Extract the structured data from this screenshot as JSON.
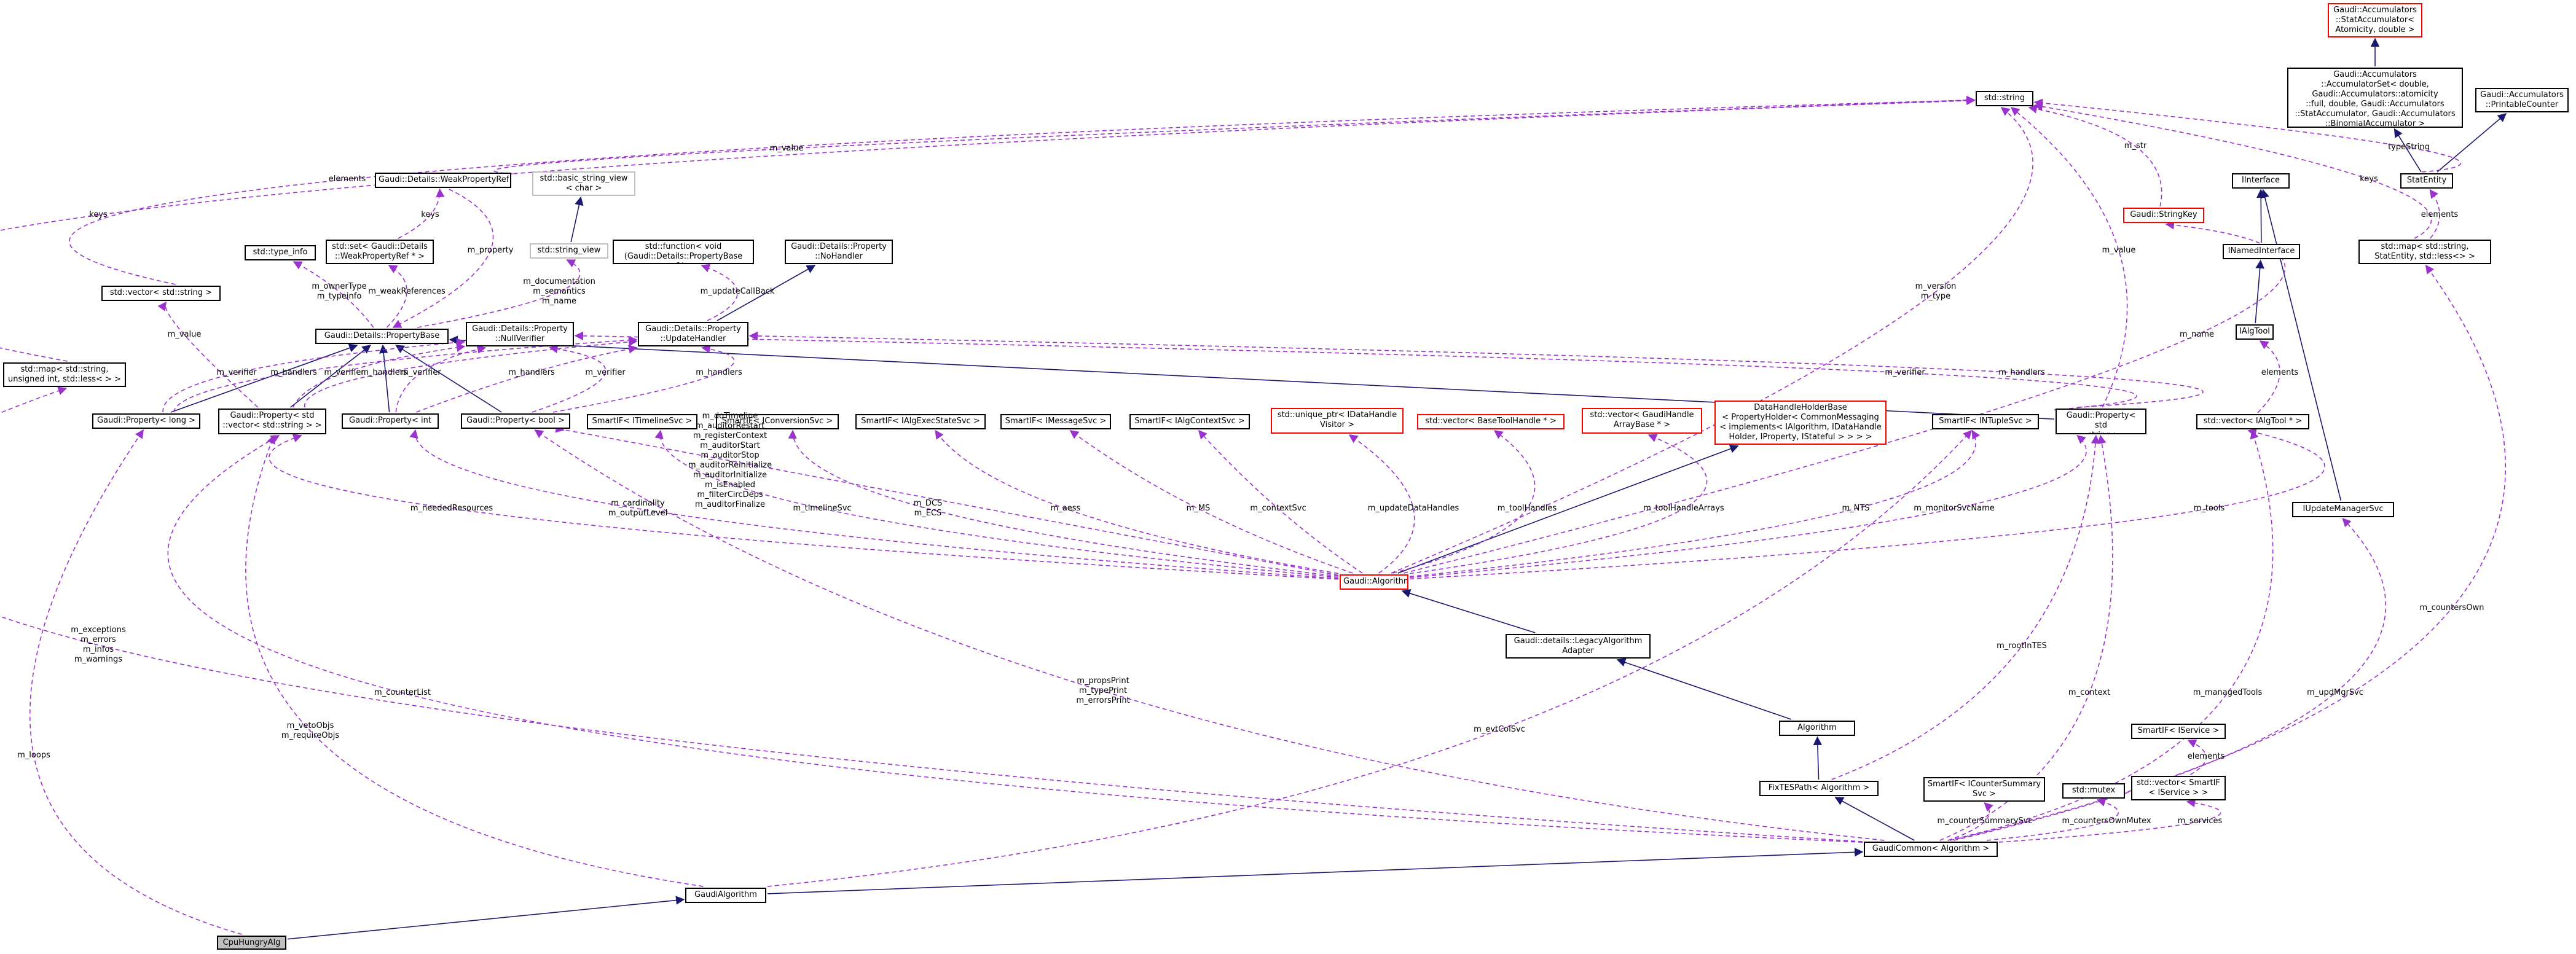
{
  "colors": {
    "inherit": "#191970",
    "usage": "#9a32cd",
    "node_border": "#000000",
    "undocumented": "#ff0000",
    "external": "#bfbfbf",
    "focus_fill": "#bfbfbf"
  },
  "nodes": [
    {
      "id": "CpuHungryAlg",
      "label": "CpuHungryAlg",
      "style": "focus"
    },
    {
      "id": "GaudiAlgorithm",
      "label": "GaudiAlgorithm",
      "style": "normal"
    },
    {
      "id": "GaudiCommon",
      "label": "GaudiCommon< Algorithm >",
      "style": "normal"
    },
    {
      "id": "FixTESPath",
      "label": "FixTESPath< Algorithm >",
      "style": "normal"
    },
    {
      "id": "Algorithm",
      "label": "Algorithm",
      "style": "normal"
    },
    {
      "id": "LegacyAdapter",
      "label": "Gaudi::details::LegacyAlgorithm\nAdapter",
      "style": "normal"
    },
    {
      "id": "GaudiAlgorithmCore",
      "label": "Gaudi::Algorithm",
      "style": "red"
    },
    {
      "id": "DataHandleHolderBase",
      "label": "DataHandleHolderBase\n< PropertyHolder< CommonMessaging\n< implements< IAlgorithm, IDataHandle\nHolder, IProperty, IStateful > > > >",
      "style": "red"
    },
    {
      "id": "PropertyLong",
      "label": "Gaudi::Property< long >",
      "style": "normal"
    },
    {
      "id": "PropertyVecStr",
      "label": "Gaudi::Property< std\n::vector< std::string > >",
      "style": "normal"
    },
    {
      "id": "PropertyInt",
      "label": "Gaudi::Property< int >",
      "style": "normal"
    },
    {
      "id": "PropertyBool",
      "label": "Gaudi::Property< bool >",
      "style": "normal"
    },
    {
      "id": "PropertyString",
      "label": "Gaudi::Property< std\n::string >",
      "style": "normal"
    },
    {
      "id": "PropertyBase",
      "label": "Gaudi::Details::PropertyBase",
      "style": "normal"
    },
    {
      "id": "NullVerifier",
      "label": "Gaudi::Details::Property\n::NullVerifier",
      "style": "normal"
    },
    {
      "id": "UpdateHandler",
      "label": "Gaudi::Details::Property\n::UpdateHandler",
      "style": "normal"
    },
    {
      "id": "NoHandler",
      "label": "Gaudi::Details::Property\n::NoHandler",
      "style": "normal"
    },
    {
      "id": "StdFunction",
      "label": "std::function< void\n(Gaudi::Details::PropertyBase &)>",
      "style": "normal"
    },
    {
      "id": "TypeInfo",
      "label": "std::type_info",
      "style": "normal"
    },
    {
      "id": "SetWeakRef",
      "label": "std::set< Gaudi::Details\n::WeakPropertyRef * >",
      "style": "normal"
    },
    {
      "id": "WeakPropertyRef",
      "label": "Gaudi::Details::WeakPropertyRef",
      "style": "normal"
    },
    {
      "id": "StringView",
      "label": "std::string_view",
      "style": "gray"
    },
    {
      "id": "BasicStringView",
      "label": "std::basic_string_view\n< char >",
      "style": "gray"
    },
    {
      "id": "VecString",
      "label": "std::vector< std::string >",
      "style": "normal"
    },
    {
      "id": "MapStringUInt",
      "label": "std::map< std::string,\n unsigned int, std::less< > >",
      "style": "normal"
    },
    {
      "id": "StdString",
      "label": "std::string",
      "style": "normal"
    },
    {
      "id": "SmartTimeline",
      "label": "SmartIF< ITimelineSvc >",
      "style": "normal"
    },
    {
      "id": "SmartConversion",
      "label": "SmartIF< IConversionSvc >",
      "style": "normal"
    },
    {
      "id": "SmartAlgExec",
      "label": "SmartIF< IAlgExecStateSvc >",
      "style": "normal"
    },
    {
      "id": "SmartMessage",
      "label": "SmartIF< IMessageSvc >",
      "style": "normal"
    },
    {
      "id": "SmartAlgContext",
      "label": "SmartIF< IAlgContextSvc >",
      "style": "normal"
    },
    {
      "id": "UniquePtrVisitor",
      "label": "std::unique_ptr< IDataHandle\nVisitor >",
      "style": "red"
    },
    {
      "id": "VecBaseToolHandle",
      "label": "std::vector< BaseToolHandle * >",
      "style": "red"
    },
    {
      "id": "VecGaudiHandleArray",
      "label": "std::vector< GaudiHandle\nArrayBase * >",
      "style": "red"
    },
    {
      "id": "SmartNTuple",
      "label": "SmartIF< INTupleSvc >",
      "style": "normal"
    },
    {
      "id": "VecIAlgTool",
      "label": "std::vector< IAlgTool * >",
      "style": "normal"
    },
    {
      "id": "IAlgTool",
      "label": "IAlgTool",
      "style": "normal"
    },
    {
      "id": "INamedInterface",
      "label": "INamedInterface",
      "style": "normal"
    },
    {
      "id": "Interface",
      "label": "IInterface",
      "style": "normal"
    },
    {
      "id": "StringKey",
      "label": "Gaudi::StringKey",
      "style": "red"
    },
    {
      "id": "IUpdateManagerSvc",
      "label": "IUpdateManagerSvc",
      "style": "normal"
    },
    {
      "id": "MapStatEntity",
      "label": "std::map< std::string,\n StatEntity, std::less<> >",
      "style": "normal"
    },
    {
      "id": "StatEntity",
      "label": "StatEntity",
      "style": "normal"
    },
    {
      "id": "AccumulatorSet",
      "label": "Gaudi::Accumulators\n::AccumulatorSet< double,\n Gaudi::Accumulators::atomicity\n::full, double, Gaudi::Accumulators\n::StatAccumulator, Gaudi::Accumulators\n::BinomialAccumulator >",
      "style": "normal"
    },
    {
      "id": "StatAccumulator",
      "label": "Gaudi::Accumulators\n::StatAccumulator<\n Atomicity, double >",
      "style": "red"
    },
    {
      "id": "PrintableCounter",
      "label": "Gaudi::Accumulators\n::PrintableCounter",
      "style": "normal"
    },
    {
      "id": "SmartCounterSummary",
      "label": "SmartIF< ICounterSummary\nSvc >",
      "style": "normal"
    },
    {
      "id": "StdMutex",
      "label": "std::mutex",
      "style": "normal"
    },
    {
      "id": "SmartIService",
      "label": "SmartIF< IService >",
      "style": "normal"
    },
    {
      "id": "VecSmartIService",
      "label": "std::vector< SmartIF\n< IService > >",
      "style": "normal"
    }
  ],
  "edges": [
    {
      "from": "CpuHungryAlg",
      "to": "GaudiAlgorithm",
      "kind": "inherit",
      "label": ""
    },
    {
      "from": "GaudiAlgorithm",
      "to": "GaudiCommon",
      "kind": "inherit",
      "label": ""
    },
    {
      "from": "GaudiCommon",
      "to": "FixTESPath",
      "kind": "inherit",
      "label": ""
    },
    {
      "from": "FixTESPath",
      "to": "Algorithm",
      "kind": "inherit",
      "label": ""
    },
    {
      "from": "Algorithm",
      "to": "LegacyAdapter",
      "kind": "inherit",
      "label": ""
    },
    {
      "from": "LegacyAdapter",
      "to": "GaudiAlgorithmCore",
      "kind": "inherit",
      "label": ""
    },
    {
      "from": "GaudiAlgorithmCore",
      "to": "DataHandleHolderBase",
      "kind": "inherit",
      "label": ""
    },
    {
      "from": "PropertyLong",
      "to": "PropertyBase",
      "kind": "inherit",
      "label": ""
    },
    {
      "from": "PropertyVecStr",
      "to": "PropertyBase",
      "kind": "inherit",
      "label": ""
    },
    {
      "from": "PropertyInt",
      "to": "PropertyBase",
      "kind": "inherit",
      "label": ""
    },
    {
      "from": "PropertyBool",
      "to": "PropertyBase",
      "kind": "inherit",
      "label": ""
    },
    {
      "from": "PropertyString",
      "to": "PropertyBase",
      "kind": "inherit",
      "label": ""
    },
    {
      "from": "UpdateHandler",
      "to": "NoHandler",
      "kind": "inherit",
      "label": ""
    },
    {
      "from": "StringView",
      "to": "BasicStringView",
      "kind": "inherit",
      "label": ""
    },
    {
      "from": "IAlgTool",
      "to": "INamedInterface",
      "kind": "inherit",
      "label": ""
    },
    {
      "from": "INamedInterface",
      "to": "Interface",
      "kind": "inherit",
      "label": ""
    },
    {
      "from": "IUpdateManagerSvc",
      "to": "Interface",
      "kind": "inherit",
      "label": ""
    },
    {
      "from": "StatEntity",
      "to": "AccumulatorSet",
      "kind": "inherit",
      "label": ""
    },
    {
      "from": "StatEntity",
      "to": "PrintableCounter",
      "kind": "inherit",
      "label": ""
    },
    {
      "from": "AccumulatorSet",
      "to": "StatAccumulator",
      "kind": "inherit",
      "label": ""
    },
    {
      "from": "CpuHungryAlg",
      "to": "PropertyLong",
      "kind": "usage",
      "label": "m_loops"
    },
    {
      "from": "GaudiAlgorithm",
      "to": "PropertyVecStr",
      "kind": "usage",
      "label": "m_vetoObjs\nm_requireObjs"
    },
    {
      "from": "GaudiAlgorithm",
      "to": "SmartNTuple",
      "kind": "usage",
      "label": "m_evtColSvc"
    },
    {
      "from": "GaudiCommon",
      "to": "MapStringUInt",
      "kind": "usage",
      "label": "m_exceptions\nm_errors\nm_infos\nm_warnings"
    },
    {
      "from": "GaudiCommon",
      "to": "PropertyVecStr",
      "kind": "usage",
      "label": "m_counterList"
    },
    {
      "from": "GaudiCommon",
      "to": "PropertyBool",
      "kind": "usage",
      "label": "m_propsPrint\nm_typePrint\nm_errorsPrint"
    },
    {
      "from": "GaudiCommon",
      "to": "PropertyString",
      "kind": "usage",
      "label": "m_context"
    },
    {
      "from": "GaudiCommon",
      "to": "SmartCounterSummary",
      "kind": "usage",
      "label": "m_counterSummarySvc"
    },
    {
      "from": "GaudiCommon",
      "to": "StdMutex",
      "kind": "usage",
      "label": "m_countersOwnMutex"
    },
    {
      "from": "GaudiCommon",
      "to": "VecSmartIService",
      "kind": "usage",
      "label": "m_services"
    },
    {
      "from": "GaudiCommon",
      "to": "VecIAlgTool",
      "kind": "usage",
      "label": "m_managedTools"
    },
    {
      "from": "GaudiCommon",
      "to": "IUpdateManagerSvc",
      "kind": "usage",
      "label": "m_updMgrSvc"
    },
    {
      "from": "GaudiCommon",
      "to": "MapStatEntity",
      "kind": "usage",
      "label": "m_countersOwn"
    },
    {
      "from": "FixTESPath",
      "to": "PropertyString",
      "kind": "usage",
      "label": "m_rootInTES"
    },
    {
      "from": "VecSmartIService",
      "to": "SmartIService",
      "kind": "usage",
      "label": "elements"
    },
    {
      "from": "GaudiAlgorithmCore",
      "to": "PropertyVecStr",
      "kind": "usage",
      "label": "m_neededResources"
    },
    {
      "from": "GaudiAlgorithmCore",
      "to": "PropertyInt",
      "kind": "usage",
      "label": "m_cardinality\nm_outputLevel"
    },
    {
      "from": "GaudiAlgorithmCore",
      "to": "PropertyBool",
      "kind": "usage",
      "label": "m_doTimeline\nm_auditorRestart\nm_registerContext\nm_auditorStart\nm_auditorStop\nm_auditorReinitialize\nm_auditorInitialize\nm_isEnabled\nm_filterCircDeps\nm_auditorFinalize"
    },
    {
      "from": "GaudiAlgorithmCore",
      "to": "SmartTimeline",
      "kind": "usage",
      "label": "m_timelineSvc"
    },
    {
      "from": "GaudiAlgorithmCore",
      "to": "SmartConversion",
      "kind": "usage",
      "label": "m_DCS\nm_ECS"
    },
    {
      "from": "GaudiAlgorithmCore",
      "to": "SmartAlgExec",
      "kind": "usage",
      "label": "m_aess"
    },
    {
      "from": "GaudiAlgorithmCore",
      "to": "SmartMessage",
      "kind": "usage",
      "label": "m_MS"
    },
    {
      "from": "GaudiAlgorithmCore",
      "to": "SmartAlgContext",
      "kind": "usage",
      "label": "m_contextSvc"
    },
    {
      "from": "GaudiAlgorithmCore",
      "to": "UniquePtrVisitor",
      "kind": "usage",
      "label": "m_updateDataHandles"
    },
    {
      "from": "GaudiAlgorithmCore",
      "to": "VecBaseToolHandle",
      "kind": "usage",
      "label": "m_toolHandles"
    },
    {
      "from": "GaudiAlgorithmCore",
      "to": "VecGaudiHandleArray",
      "kind": "usage",
      "label": "m_toolHandleArrays"
    },
    {
      "from": "GaudiAlgorithmCore",
      "to": "SmartNTuple",
      "kind": "usage",
      "label": "m_NTS"
    },
    {
      "from": "GaudiAlgorithmCore",
      "to": "PropertyString",
      "kind": "usage",
      "label": "m_monitorSvcName"
    },
    {
      "from": "GaudiAlgorithmCore",
      "to": "VecIAlgTool",
      "kind": "usage",
      "label": "m_tools"
    },
    {
      "from": "GaudiAlgorithmCore",
      "to": "StringKey",
      "kind": "usage",
      "label": "m_name"
    },
    {
      "from": "GaudiAlgorithmCore",
      "to": "StdString",
      "kind": "usage",
      "label": "m_version\nm_type"
    },
    {
      "from": "PropertyBase",
      "to": "TypeInfo",
      "kind": "usage",
      "label": "m_ownerType\nm_typeinfo"
    },
    {
      "from": "PropertyBase",
      "to": "SetWeakRef",
      "kind": "usage",
      "label": "m_weakReferences"
    },
    {
      "from": "PropertyBase",
      "to": "StringView",
      "kind": "usage",
      "label": "m_documentation\nm_semantics\nm_name"
    },
    {
      "from": "SetWeakRef",
      "to": "WeakPropertyRef",
      "kind": "usage",
      "label": "keys"
    },
    {
      "from": "WeakPropertyRef",
      "to": "PropertyBase",
      "kind": "usage",
      "label": "m_property"
    },
    {
      "from": "UpdateHandler",
      "to": "StdFunction",
      "kind": "usage",
      "label": "m_updateCallBack"
    },
    {
      "from": "PropertyVecStr",
      "to": "VecString",
      "kind": "usage",
      "label": "m_value"
    },
    {
      "from": "VecString",
      "to": "StdString",
      "kind": "usage",
      "label": "elements"
    },
    {
      "from": "MapStringUInt",
      "to": "StdString",
      "kind": "usage",
      "label": "keys"
    },
    {
      "from": "WeakPropertyRef",
      "to": "StdString",
      "kind": "usage",
      "label": "m_value"
    },
    {
      "from": "PropertyLong",
      "to": "NullVerifier",
      "kind": "usage",
      "label": "m_verifier"
    },
    {
      "from": "PropertyLong",
      "to": "UpdateHandler",
      "kind": "usage",
      "label": "m_handlers"
    },
    {
      "from": "PropertyVecStr",
      "to": "NullVerifier",
      "kind": "usage",
      "label": "m_verifier"
    },
    {
      "from": "PropertyVecStr",
      "to": "UpdateHandler",
      "kind": "usage",
      "label": "m_handlers"
    },
    {
      "from": "PropertyInt",
      "to": "NullVerifier",
      "kind": "usage",
      "label": "m_verifier"
    },
    {
      "from": "PropertyInt",
      "to": "UpdateHandler",
      "kind": "usage",
      "label": "m_handlers"
    },
    {
      "from": "PropertyBool",
      "to": "NullVerifier",
      "kind": "usage",
      "label": "m_verifier"
    },
    {
      "from": "PropertyBool",
      "to": "UpdateHandler",
      "kind": "usage",
      "label": "m_handlers"
    },
    {
      "from": "PropertyString",
      "to": "NullVerifier",
      "kind": "usage",
      "label": "m_verifier"
    },
    {
      "from": "PropertyString",
      "to": "UpdateHandler",
      "kind": "usage",
      "label": "m_handlers"
    },
    {
      "from": "PropertyString",
      "to": "StdString",
      "kind": "usage",
      "label": "m_value"
    },
    {
      "from": "VecIAlgTool",
      "to": "IAlgTool",
      "kind": "usage",
      "label": "elements"
    },
    {
      "from": "StringKey",
      "to": "StdString",
      "kind": "usage",
      "label": "m_str"
    },
    {
      "from": "MapStatEntity",
      "to": "StatEntity",
      "kind": "usage",
      "label": "elements"
    },
    {
      "from": "MapStatEntity",
      "to": "StdString",
      "kind": "usage",
      "label": "keys"
    },
    {
      "from": "StatEntity",
      "to": "StdString",
      "kind": "usage",
      "label": "typeString"
    }
  ]
}
